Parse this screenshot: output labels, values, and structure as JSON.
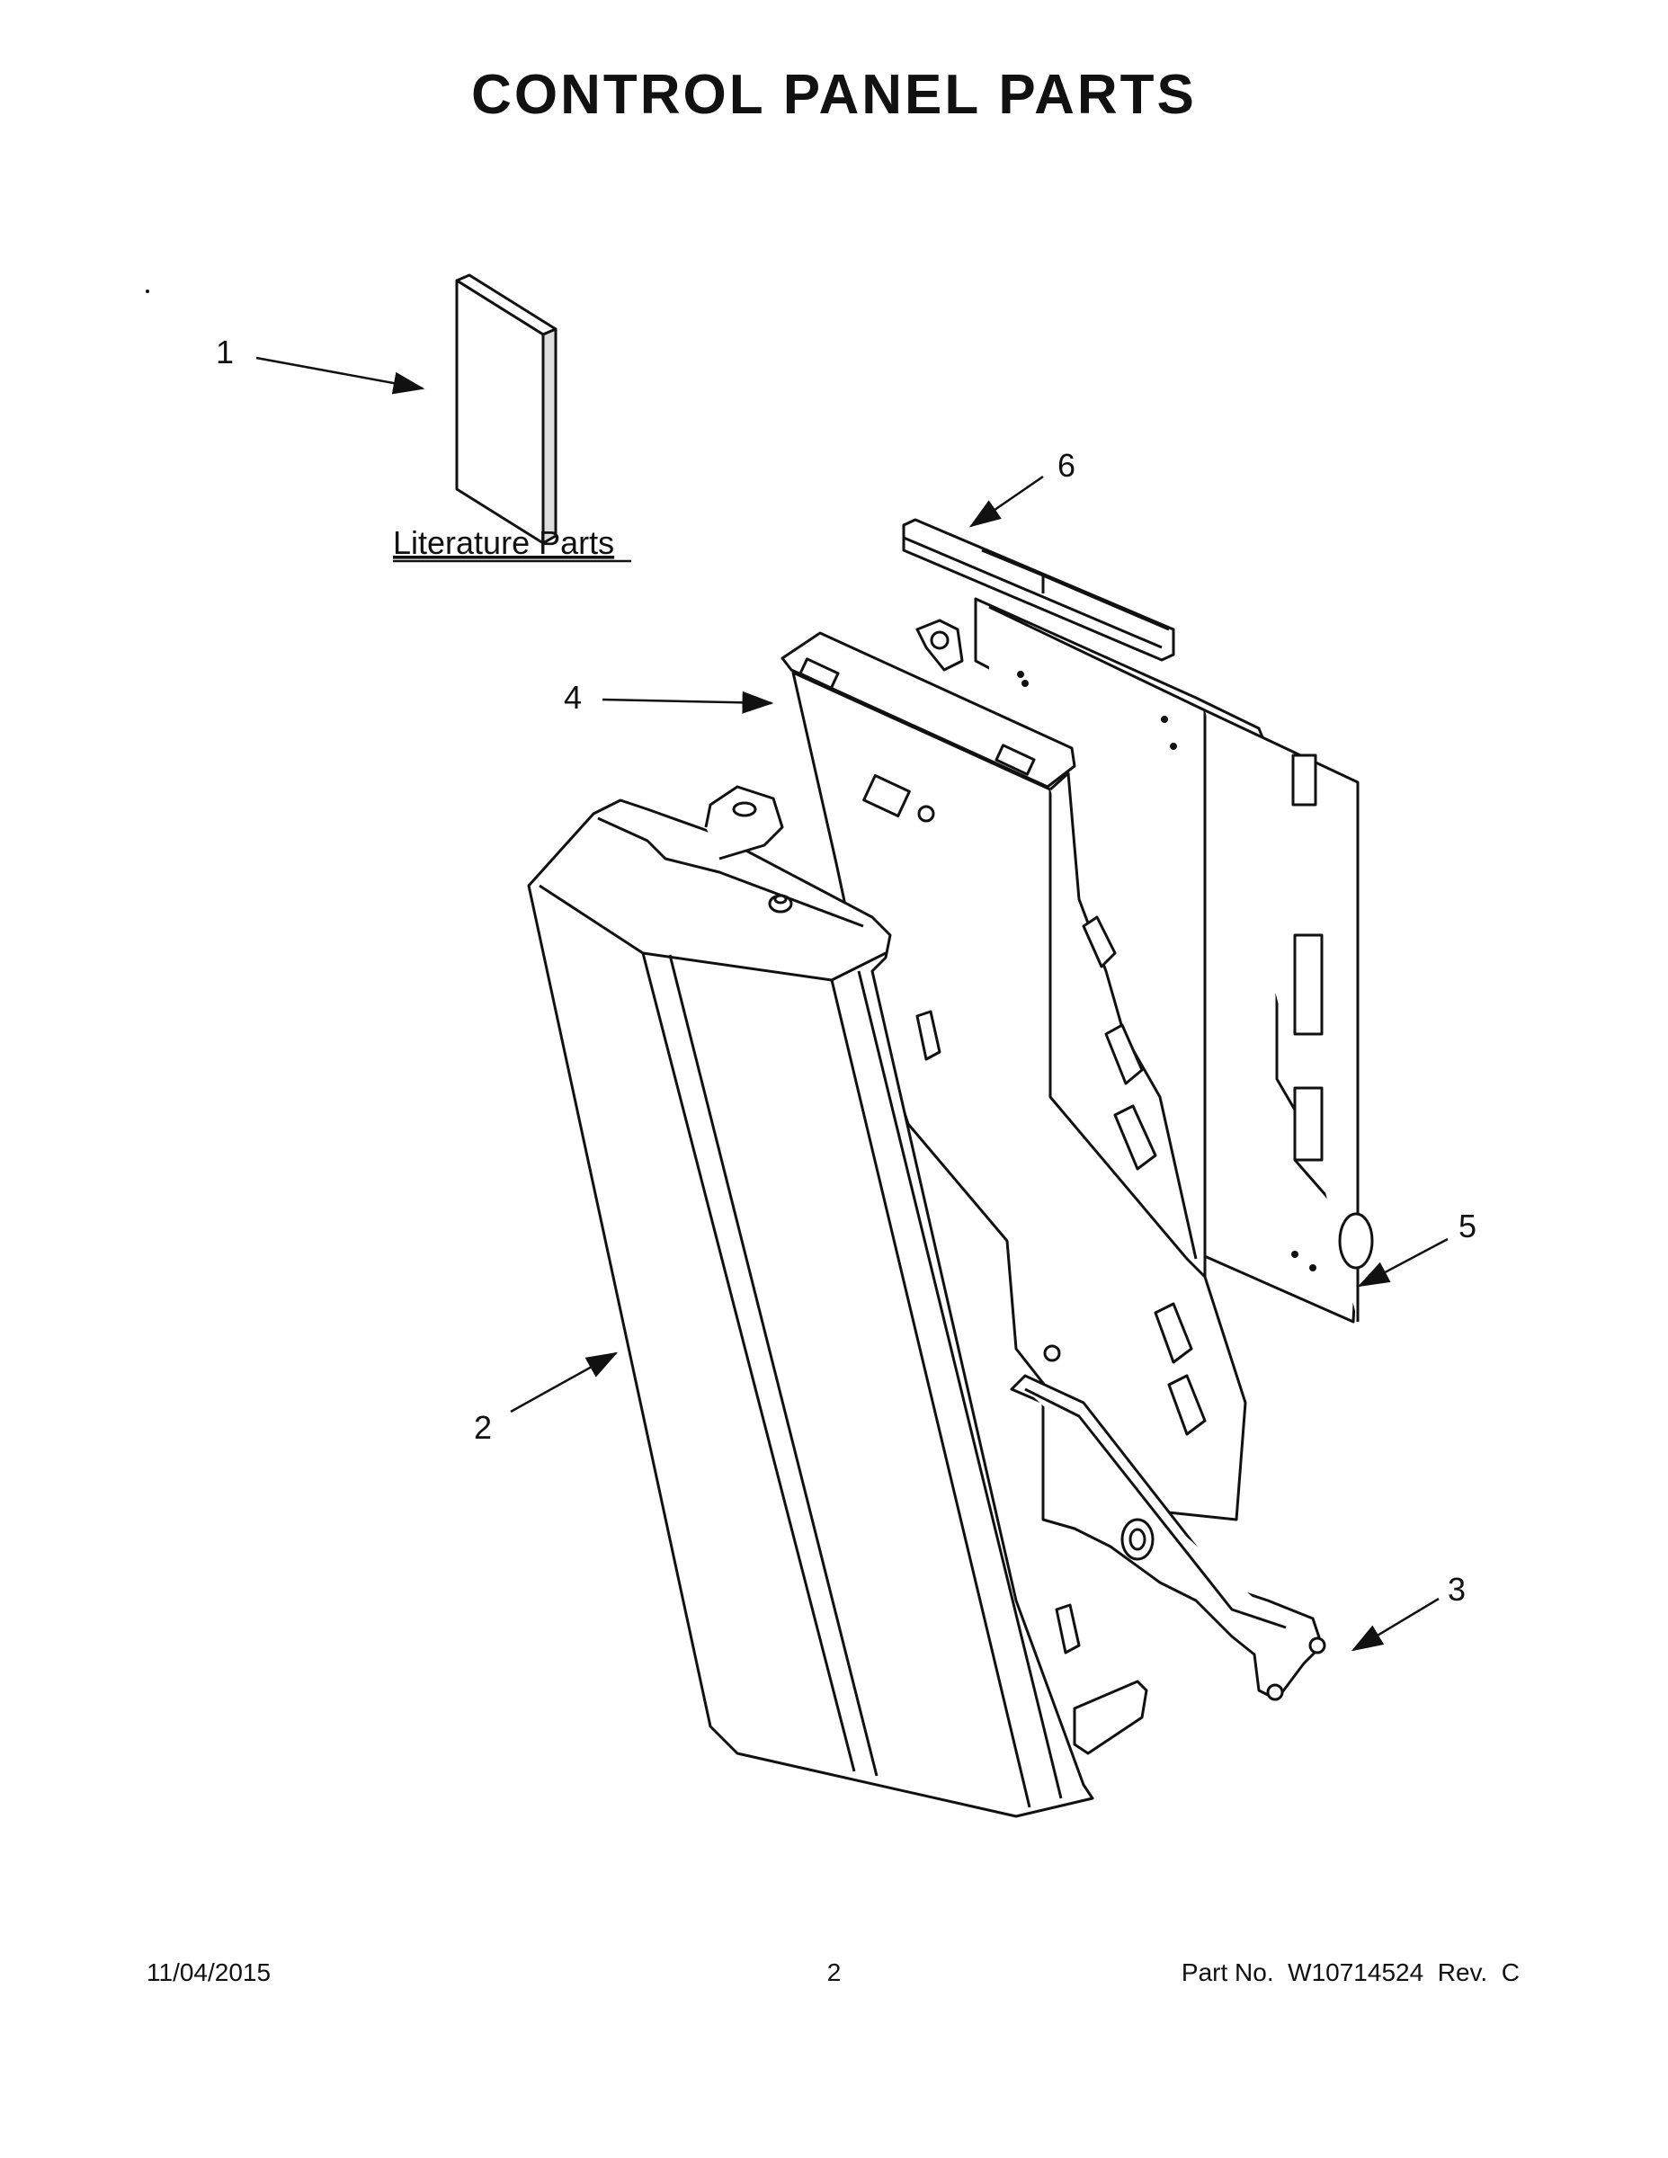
{
  "title": "CONTROL PANEL PARTS",
  "callouts": [
    {
      "id": "1",
      "label": "1"
    },
    {
      "id": "2",
      "label": "2"
    },
    {
      "id": "3",
      "label": "3"
    },
    {
      "id": "4",
      "label": "4"
    },
    {
      "id": "5",
      "label": "5"
    },
    {
      "id": "6",
      "label": "6"
    }
  ],
  "literature_label": "Literature Parts",
  "footer": {
    "date": "11/04/2015",
    "page": "2",
    "part_no": "Part No.  W10714524  Rev.  C"
  }
}
